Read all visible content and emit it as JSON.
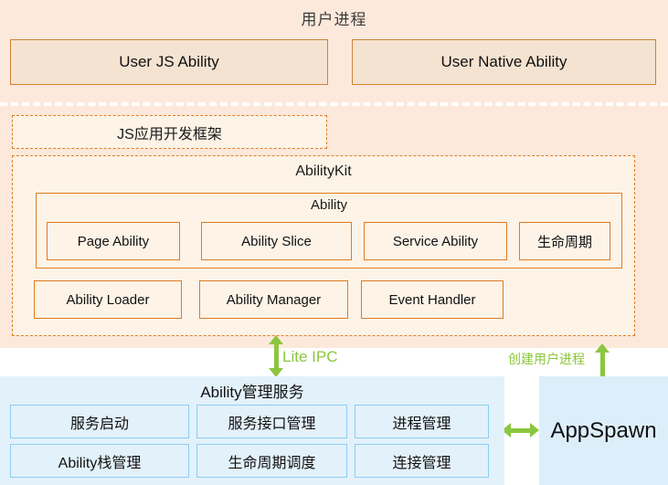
{
  "diagram": {
    "title": "用户进程",
    "colors": {
      "band_bg": "#fce9dc",
      "box_fill": "#f5e3d2",
      "orange_border": "#cd8233",
      "kit_fill": "#fdf3e6",
      "kit_border": "#e07b20",
      "green_accent": "#8cc63e",
      "blue_panel": "#e3f1fb",
      "blue_border": "#8ecdf0",
      "appspawn_panel": "#ddeefb"
    },
    "user_process": {
      "abilities": [
        {
          "label": "User JS Ability"
        },
        {
          "label": "User Native Ability"
        }
      ]
    },
    "js_framework": {
      "label": "JS应用开发框架"
    },
    "ability_kit": {
      "title": "AbilityKit",
      "ability_group": {
        "title": "Ability",
        "items": [
          {
            "label": "Page Ability"
          },
          {
            "label": "Ability Slice"
          },
          {
            "label": "Service Ability"
          },
          {
            "label": "生命周期"
          }
        ]
      },
      "support_items": [
        {
          "label": "Ability Loader"
        },
        {
          "label": "Ability Manager"
        },
        {
          "label": "Event Handler"
        }
      ]
    },
    "connectors": {
      "lite_ipc": {
        "label": "Lite IPC",
        "direction": "bidirectional-vertical"
      },
      "create_user_process": {
        "label": "创建用户进程",
        "direction": "up"
      },
      "spawn_link": {
        "label": "",
        "direction": "bidirectional-horizontal"
      }
    },
    "ability_service": {
      "title": "Ability管理服务",
      "rows": [
        [
          {
            "label": "服务启动"
          },
          {
            "label": "服务接口管理"
          },
          {
            "label": "进程管理"
          }
        ],
        [
          {
            "label": "Ability栈管理"
          },
          {
            "label": "生命周期调度"
          },
          {
            "label": "连接管理"
          }
        ]
      ]
    },
    "app_spawn": {
      "label": "AppSpawn"
    }
  }
}
